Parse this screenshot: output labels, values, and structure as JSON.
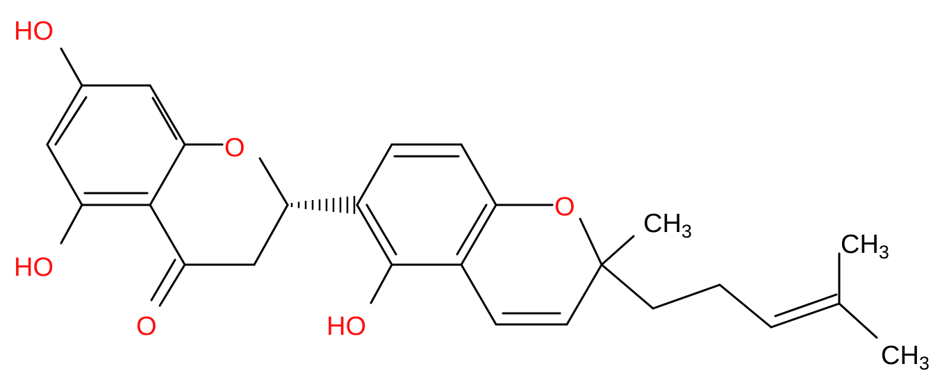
{
  "colors": {
    "bond": "#000000",
    "oxygen": "#ff0d0d",
    "carbon_label": "#000000",
    "background": "#ffffff"
  },
  "labels": {
    "ho_top": "HO",
    "ho_mid_left": "HO",
    "ketone_o": "O",
    "ring_o_left": "O",
    "ring_o_right": "O",
    "ho_bottom": "HO",
    "methyl_ch": "CH",
    "methyl_sub": "3",
    "terminal_ch_top": "CH",
    "terminal_sub_top": "3",
    "terminal_ch_bottom": "CH",
    "terminal_sub_bottom": "3"
  }
}
